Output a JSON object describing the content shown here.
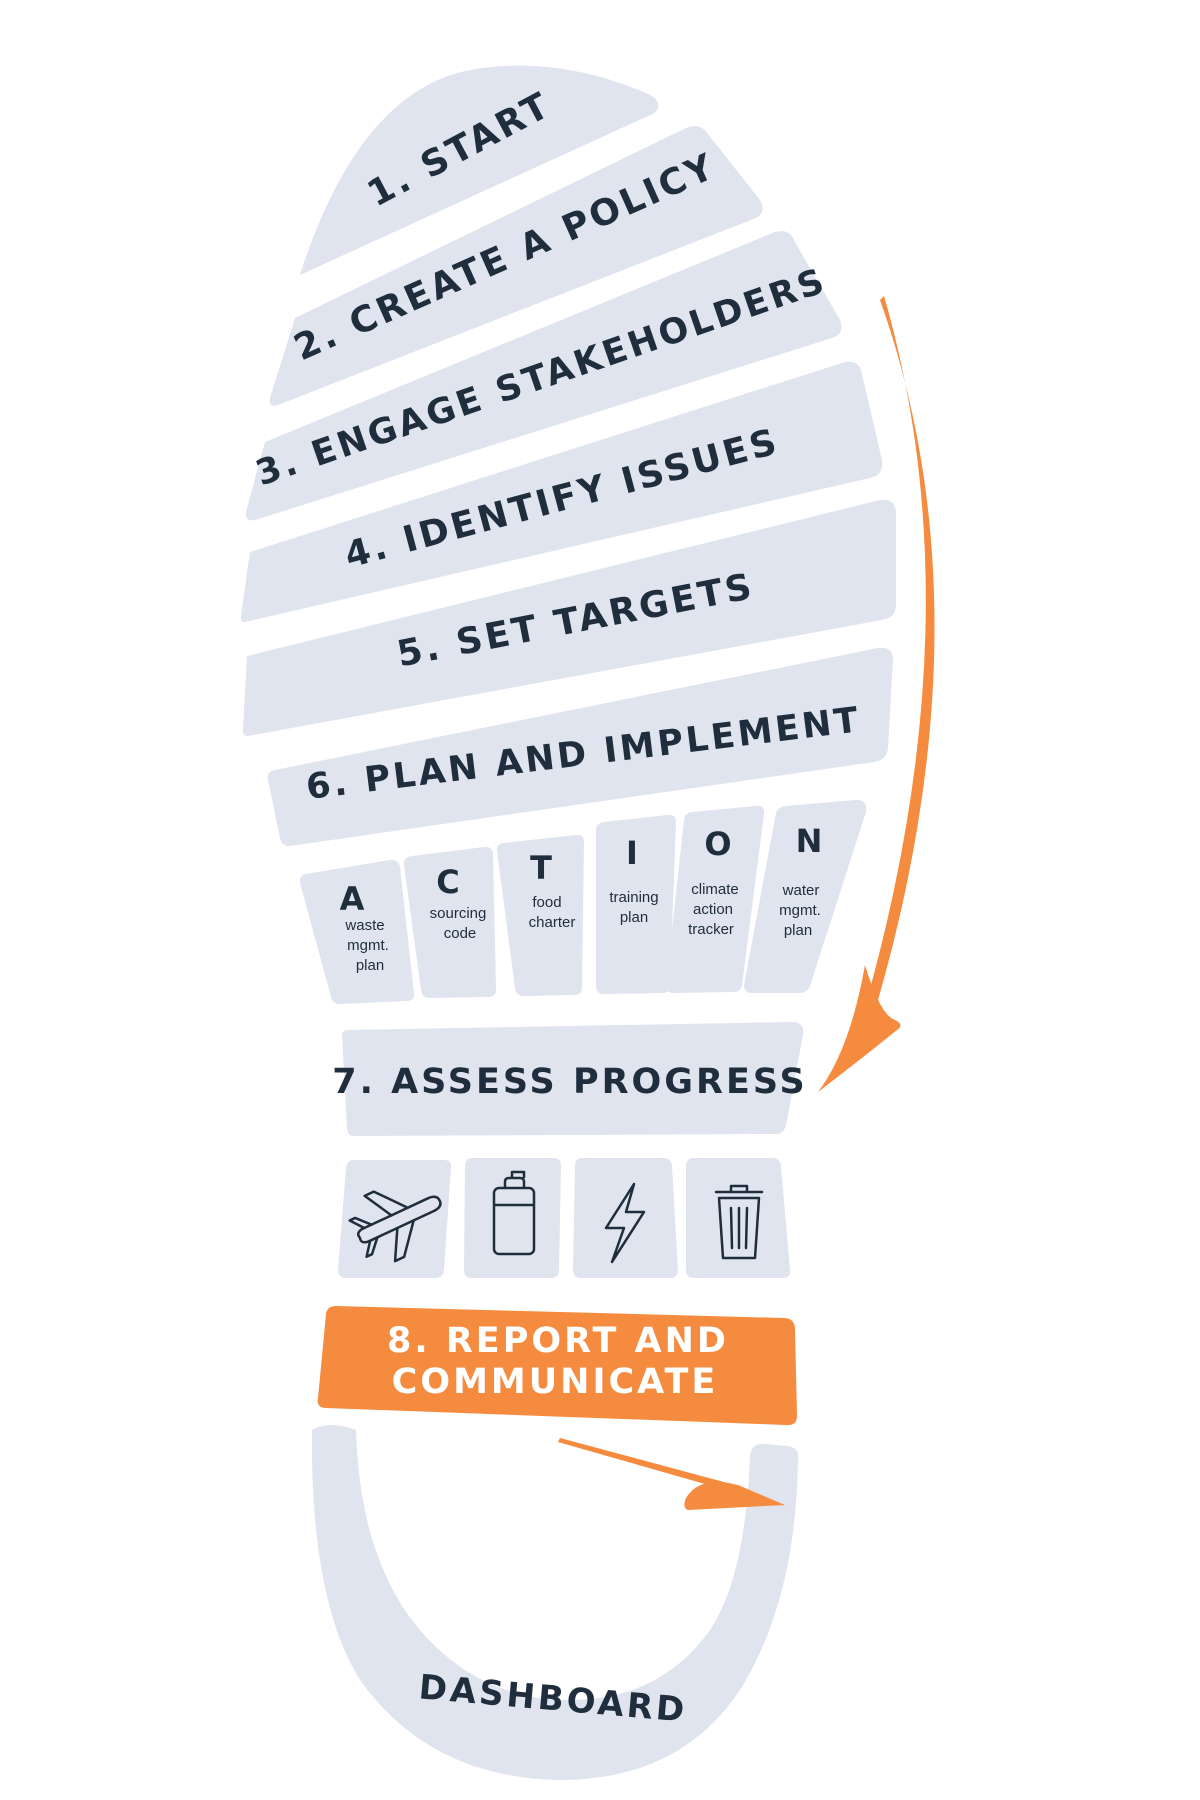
{
  "colors": {
    "band": "#dfe4ef",
    "text": "#1f2d3d",
    "accent": "#f58b3f",
    "background": "#ffffff"
  },
  "steps": [
    {
      "label": "1. START"
    },
    {
      "label": "2. CREATE A POLICY"
    },
    {
      "label": "3. ENGAGE STAKEHOLDERS"
    },
    {
      "label": "4. IDENTIFY ISSUES"
    },
    {
      "label": "5. SET TARGETS"
    },
    {
      "label": "6. PLAN AND IMPLEMENT"
    },
    {
      "label": "7. ASSESS PROGRESS"
    }
  ],
  "action": [
    {
      "letter": "A",
      "lines": [
        "waste",
        "mgmt.",
        "plan"
      ]
    },
    {
      "letter": "C",
      "lines": [
        "sourcing",
        "code"
      ]
    },
    {
      "letter": "T",
      "lines": [
        "food",
        "charter"
      ]
    },
    {
      "letter": "I",
      "lines": [
        "training",
        "plan"
      ]
    },
    {
      "letter": "O",
      "lines": [
        "climate",
        "action",
        "tracker"
      ]
    },
    {
      "letter": "N",
      "lines": [
        "water",
        "mgmt.",
        "plan"
      ]
    }
  ],
  "progress_icons": [
    "airplane-icon",
    "fuel-canister-icon",
    "lightning-icon",
    "trash-bin-icon"
  ],
  "report": {
    "line1": "8. REPORT AND",
    "line2": "COMMUNICATE"
  },
  "dashboard": {
    "label": "DASHBOARD"
  }
}
